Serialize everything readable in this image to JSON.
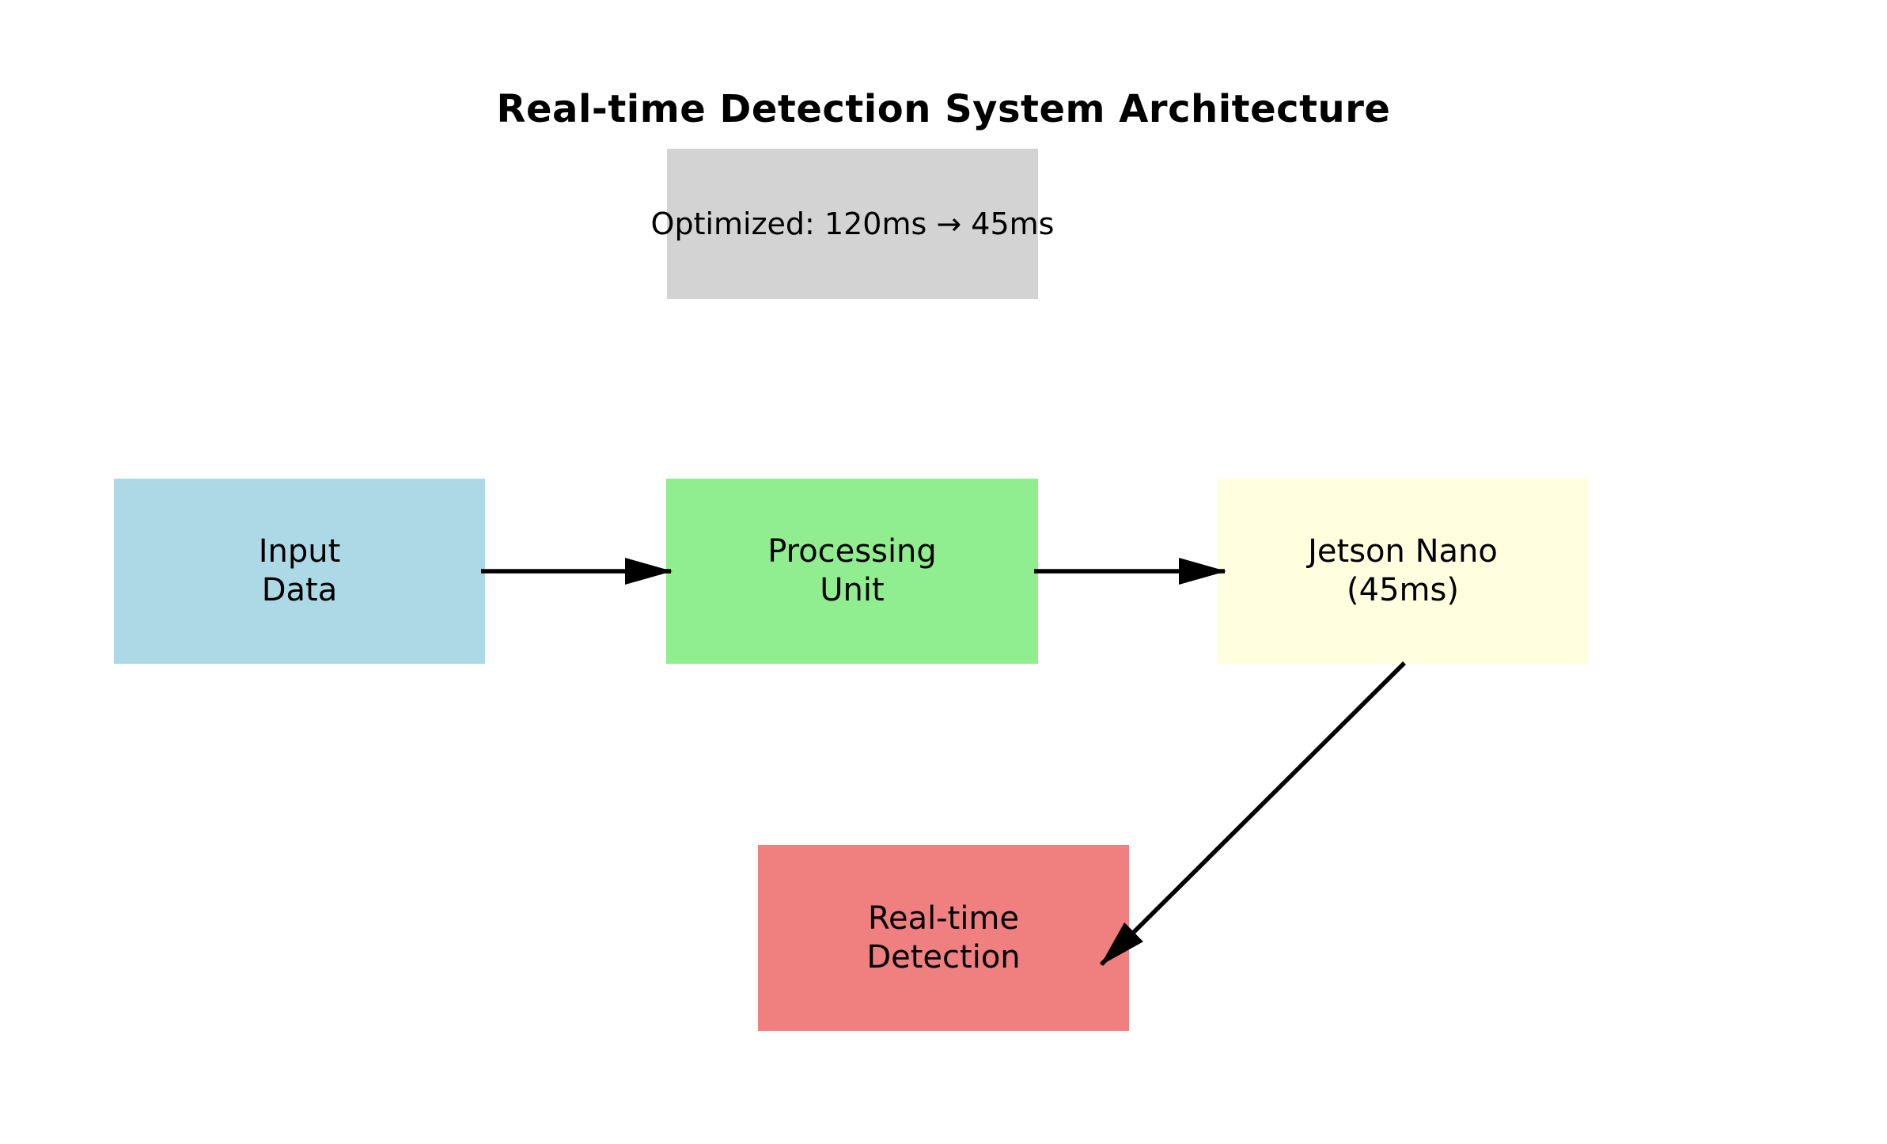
{
  "title": "Real-time Detection System Architecture",
  "annotation": {
    "text": "Optimized: 120ms → 45ms",
    "bg_color": "#d3d3d3"
  },
  "nodes": {
    "input": {
      "line1": "Input",
      "line2": "Data",
      "bg_color": "#add8e6"
    },
    "processing": {
      "line1": "Processing",
      "line2": "Unit",
      "bg_color": "#90ee90"
    },
    "jetson": {
      "line1": "Jetson Nano",
      "line2": "(45ms)",
      "bg_color": "#ffffe0"
    },
    "detection": {
      "line1": "Real-time",
      "line2": "Detection",
      "bg_color": "#f08080"
    }
  },
  "edges": [
    {
      "from": "Input Data",
      "to": "Processing Unit",
      "type": "arrow"
    },
    {
      "from": "Processing Unit",
      "to": "Jetson Nano",
      "type": "arrow"
    },
    {
      "from": "Jetson Nano",
      "to": "Real-time Detection",
      "type": "arrow"
    }
  ],
  "colors": {
    "arrow": "#000000",
    "background": "#ffffff",
    "text": "#000000"
  }
}
